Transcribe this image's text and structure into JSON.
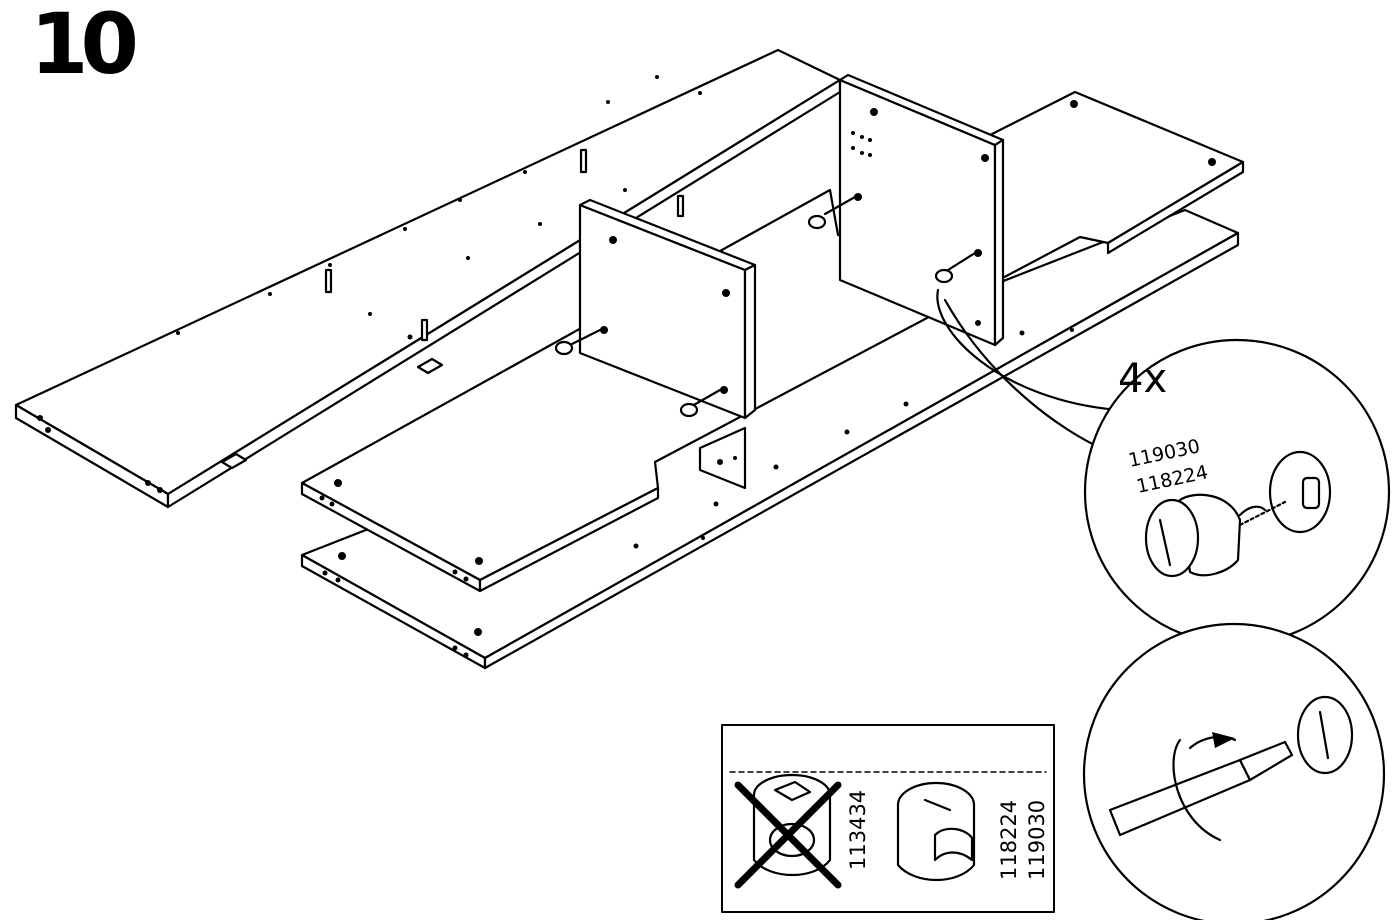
{
  "step": {
    "number": "10"
  },
  "detail_callout": {
    "quantity": "4x",
    "part_numbers": [
      "119030",
      "118224"
    ]
  },
  "warning_box": {
    "wrong_part": "113434",
    "correct_parts": [
      "118224",
      "119030"
    ]
  }
}
